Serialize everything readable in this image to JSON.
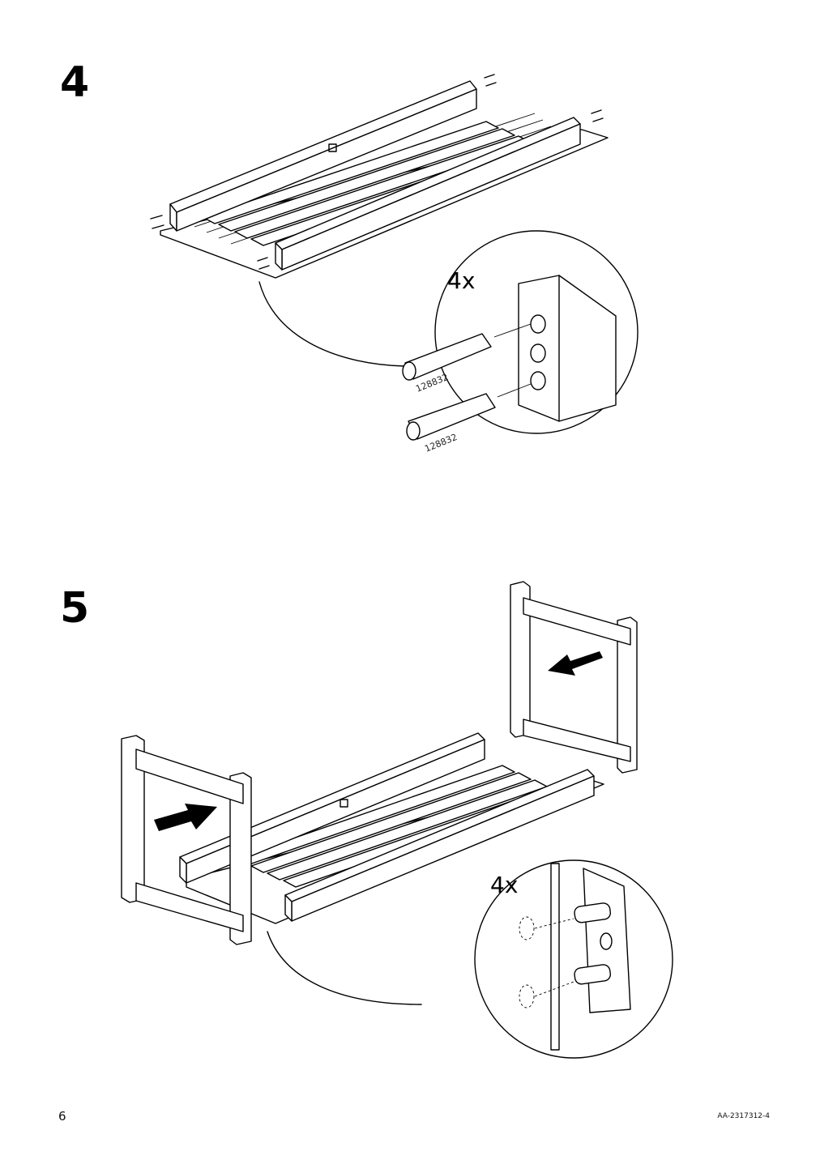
{
  "steps": [
    {
      "number": "4",
      "quantity_label": "4x",
      "part_labels": [
        "128832",
        "128832"
      ]
    },
    {
      "number": "5",
      "quantity_label": "4x"
    }
  ],
  "footer": {
    "page_number": "6",
    "doc_id": "AA-2317312-4"
  }
}
